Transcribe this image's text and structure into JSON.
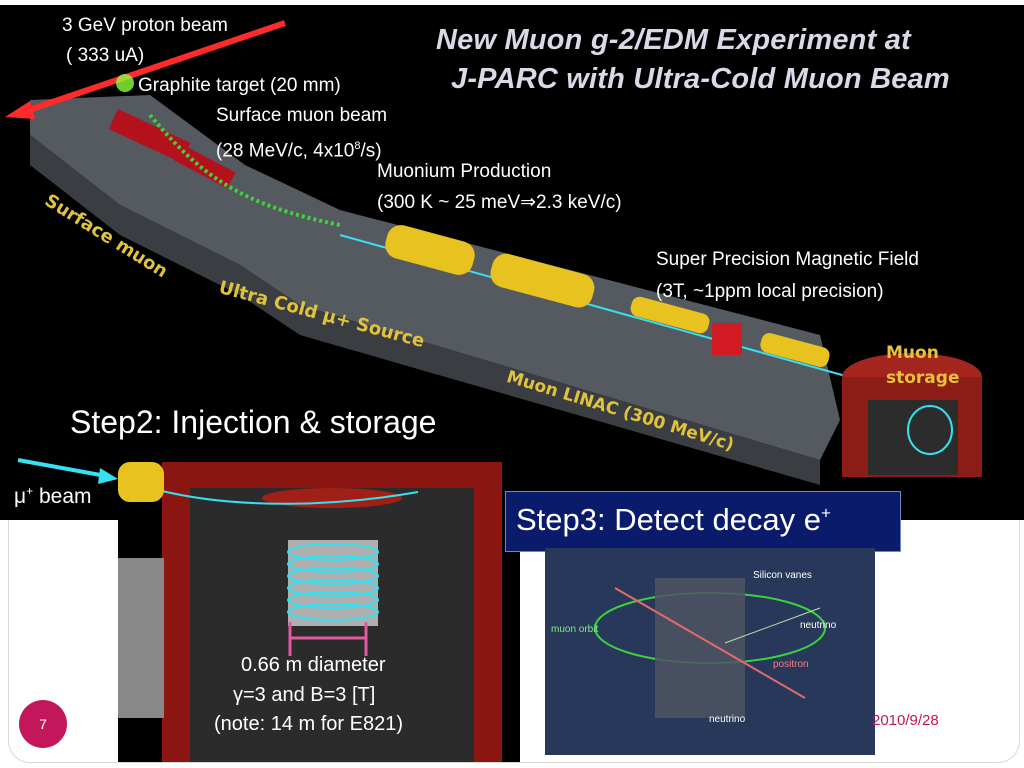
{
  "labels": {
    "proton_line1": "3 GeV proton beam",
    "proton_line2": "( 333 uA)",
    "graphite": "Graphite target (20 mm)",
    "surface_line1": "Surface muon beam",
    "surface_line2_a": "(28 MeV/c, 4x10",
    "surface_line2_sup": "8",
    "surface_line2_b": "/s)",
    "muonium_line1": "Muonium Production",
    "muonium_line2": "(300 K ~ 25 meV⇒2.3 keV/c)",
    "field_line1": "Super Precision Magnetic Field",
    "field_line2": "(3T, ~1ppm local precision)"
  },
  "title": {
    "line1": "New Muon g-2/EDM Experiment at",
    "line2": "J-PARC with Ultra-Cold Muon Beam"
  },
  "diagram_text": {
    "surface_muon": "Surface muon",
    "ucm_source": "Ultra Cold μ+ Source",
    "linac": "Muon LINAC (300 MeV/c)",
    "storage_line1": "Muon",
    "storage_line2": "storage"
  },
  "steps": {
    "step2": "Step2: Injection & storage",
    "step3_main": "Step3: Detect decay e",
    "step3_sup": "+"
  },
  "beam_label": {
    "mu": "μ",
    "sup": "+",
    "text": " beam"
  },
  "storage_annot": {
    "line1": "0.66 m diameter",
    "line2": "γ=3 and B=3 [T]",
    "line3": "(note: 14 m for E821)"
  },
  "detector": {
    "silicon": "Silicon vanes",
    "orbit": "muon orbit",
    "neutrino1": "neutrino",
    "positron": "positron",
    "neutrino2": "neutrino"
  },
  "footer": {
    "page": "7",
    "date": "2010/9/28"
  },
  "colors": {
    "accent": "#c2175b",
    "step3_bg": "#0a1b6b",
    "yellow": "#e0c33a",
    "beam_red": "#ff2a2a",
    "beam_cyan": "#36e0f0"
  }
}
